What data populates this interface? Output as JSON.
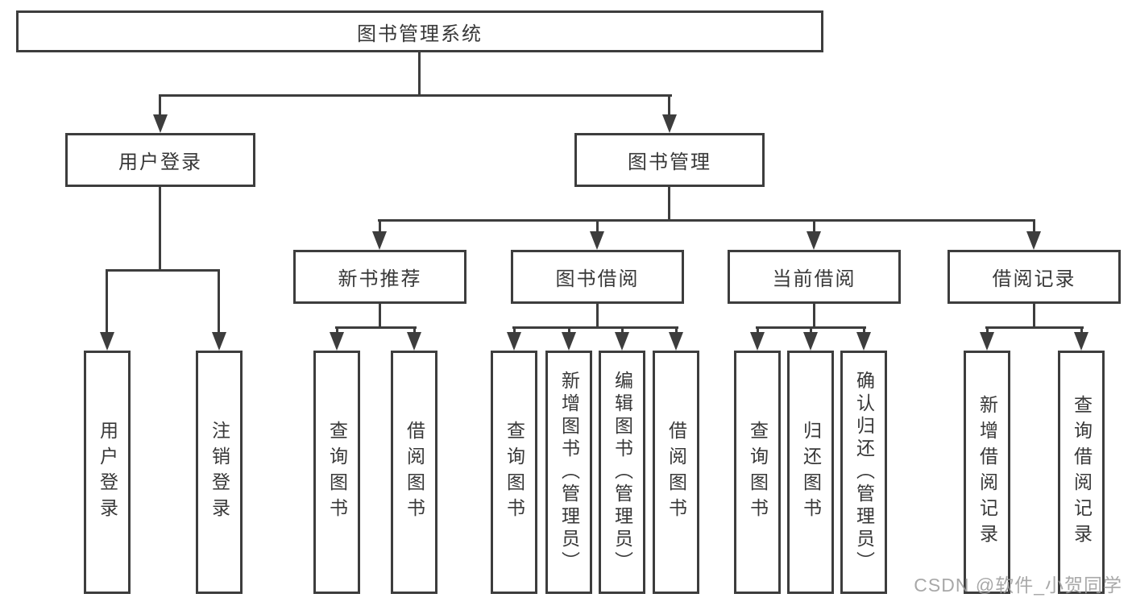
{
  "diagram": {
    "root": {
      "label": "图书管理系统"
    },
    "level2": [
      {
        "id": "user-login",
        "label": "用户登录"
      },
      {
        "id": "book-management",
        "label": "图书管理"
      }
    ],
    "level3": [
      {
        "id": "new-book-recommend",
        "label": "新书推荐"
      },
      {
        "id": "book-borrowing",
        "label": "图书借阅"
      },
      {
        "id": "current-borrowing",
        "label": "当前借阅"
      },
      {
        "id": "borrowing-records",
        "label": "借阅记录"
      }
    ],
    "leaves": [
      {
        "group": "user-login",
        "label": "用户登录"
      },
      {
        "group": "user-login",
        "label": "注销登录"
      },
      {
        "group": "new-book-recommend",
        "label": "查询图书"
      },
      {
        "group": "new-book-recommend",
        "label": "借阅图书"
      },
      {
        "group": "book-borrowing",
        "label": "查询图书"
      },
      {
        "group": "book-borrowing",
        "label": "新增图书（管理员）"
      },
      {
        "group": "book-borrowing",
        "label": "编辑图书（管理员）"
      },
      {
        "group": "book-borrowing",
        "label": "借阅图书"
      },
      {
        "group": "current-borrowing",
        "label": "查询图书"
      },
      {
        "group": "current-borrowing",
        "label": "归还图书"
      },
      {
        "group": "current-borrowing",
        "label": "确认归还（管理员）"
      },
      {
        "group": "borrowing-records",
        "label": "新增借阅记录"
      },
      {
        "group": "borrowing-records",
        "label": "查询借阅记录"
      }
    ],
    "watermark": "CSDN @软件_小贺同学",
    "colors": {
      "line": "#3d3d3d",
      "text": "#383838",
      "watermark": "#9e9e9e",
      "background": "#ffffff"
    }
  }
}
